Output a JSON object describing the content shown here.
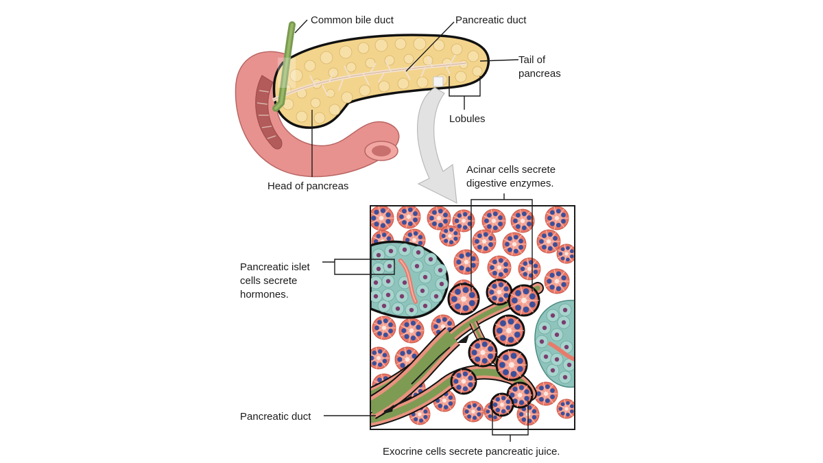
{
  "labels": {
    "common_bile_duct": "Common bile duct",
    "pancreatic_duct_top": "Pancreatic duct",
    "tail_line1": "Tail of",
    "tail_line2": "pancreas",
    "lobules": "Lobules",
    "head": "Head of pancreas",
    "acinar_line1": "Acinar cells secrete",
    "acinar_line2": "digestive enzymes.",
    "islet_line1": "Pancreatic islet",
    "islet_line2": "cells secrete",
    "islet_line3": "hormones.",
    "pancreatic_duct_bottom": "Pancreatic duct",
    "exocrine": "Exocrine cells secrete pancreatic juice."
  },
  "colors": {
    "pancreas": "#f3d48c",
    "duodenum": "#e8928f",
    "bile_duct": "#7a9a50",
    "acinar": "#ec7b6a",
    "nucleus": "#3c4f9a",
    "islet": "#8fc4bc",
    "duct_lumen": "#7e9b54"
  }
}
